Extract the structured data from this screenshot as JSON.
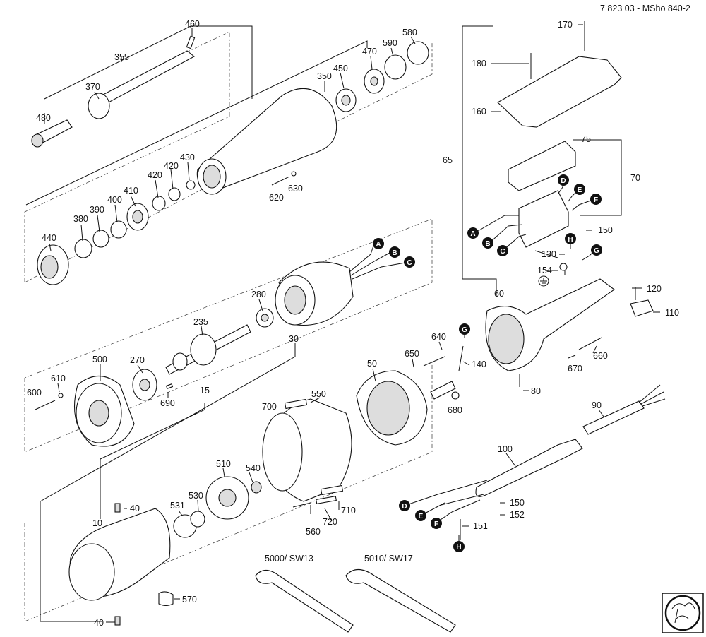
{
  "document_code": "7 823 03 - MSho 840-2",
  "part_numbers": {
    "p460": "460",
    "p355": "355",
    "p370": "370",
    "p480": "480",
    "p470": "470",
    "p590": "590",
    "p580": "580",
    "p450": "450",
    "p350": "350",
    "p430": "430",
    "p420a": "420",
    "p420b": "420",
    "p410": "410",
    "p400": "400",
    "p390": "390",
    "p380": "380",
    "p440": "440",
    "p620": "620",
    "p630": "630",
    "p280": "280",
    "p235": "235",
    "p30": "30",
    "p500": "500",
    "p270": "270",
    "p610": "610",
    "p600": "600",
    "p690": "690",
    "p15": "15",
    "p550": "550",
    "p700": "700",
    "p50": "50",
    "p650": "650",
    "p640": "640",
    "p140": "140",
    "p680": "680",
    "p510": "510",
    "p540": "540",
    "p531": "531",
    "p530": "530",
    "p40a": "40",
    "p10": "10",
    "p570": "570",
    "p40b": "40",
    "p560": "560",
    "p720": "720",
    "p710": "710",
    "p170": "170",
    "p180": "180",
    "p160": "160",
    "p65": "65",
    "p75": "75",
    "p70": "70",
    "p150a": "150",
    "p130": "130",
    "p154": "154",
    "p60": "60",
    "p120": "120",
    "p110": "110",
    "p670": "670",
    "p660": "660",
    "p80": "80",
    "p90": "90",
    "p100": "100",
    "p150b": "150",
    "p152": "152",
    "p151": "151",
    "p5000": "5000/ SW13",
    "p5010": "5010/ SW17"
  },
  "connection_markers": [
    "A",
    "B",
    "C",
    "D",
    "E",
    "F",
    "G",
    "H"
  ]
}
